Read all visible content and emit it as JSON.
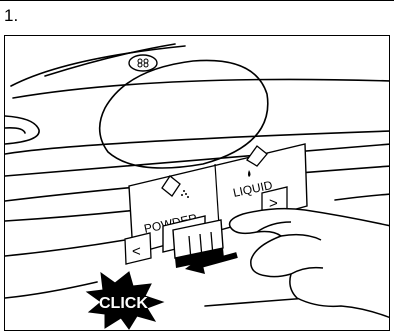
{
  "step": {
    "number": "1."
  },
  "labels": {
    "powder": "POWDER",
    "liquid": "LIQUID",
    "click": "CLICK"
  },
  "arrows": {
    "left": "<",
    "right": ">"
  },
  "icons": [
    "flower-icon",
    "powder-detergent-icon",
    "liquid-detergent-icon"
  ]
}
